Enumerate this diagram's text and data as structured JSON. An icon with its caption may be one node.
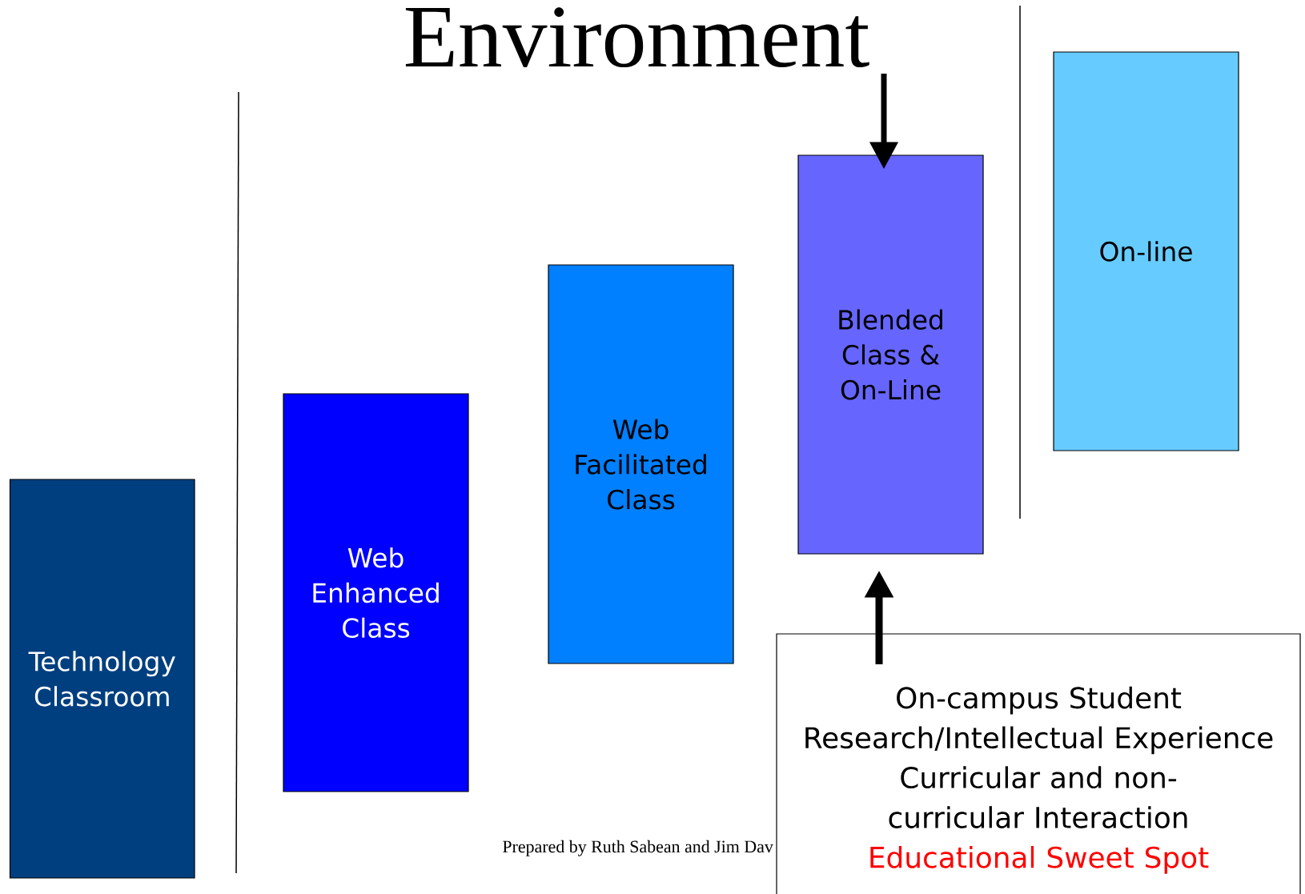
{
  "diagram": {
    "title": "Environment",
    "nodes": [
      {
        "text": [
          "Technology Classroom"
        ]
      },
      {
        "text": [
          "Web Enhanced Class"
        ]
      },
      {
        "text": [
          "Web Facilitated Class"
        ]
      },
      {
        "text": [
          "Blended Class & On-Line"
        ]
      },
      {
        "text": [
          "On-line"
        ]
      },
      {
        "text": [
          "On-campus Student Research/Intellectual Experience",
          "Curricular and non-curricular Interaction",
          "Educational Sweet Spot"
        ]
      }
    ],
    "edges": [
      {
        "from": null,
        "to": 3,
        "arrow": "to"
      },
      {
        "from": 5,
        "to": 3,
        "arrow": "to"
      }
    ],
    "labels": [
      "Prepared by Ruth Sabean and Jim Dav"
    ]
  }
}
